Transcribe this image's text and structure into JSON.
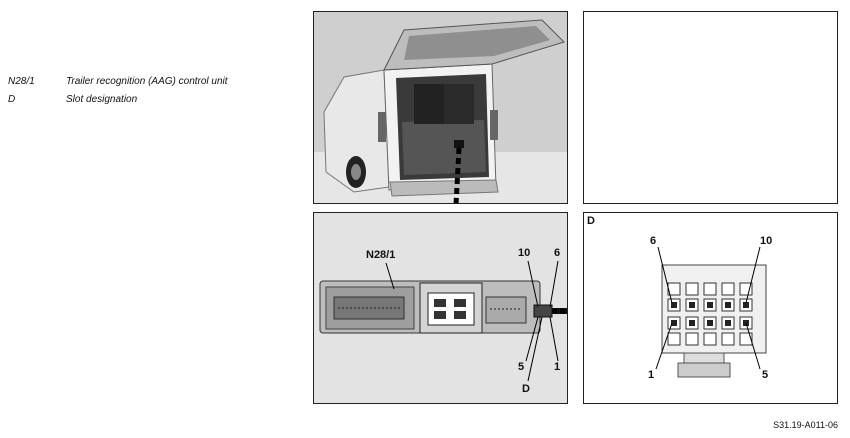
{
  "legend": [
    {
      "code": "N28/1",
      "text": "Trailer recognition (AAG) control unit"
    },
    {
      "code": "D",
      "text": "Slot designation"
    }
  ],
  "detail_labels": {
    "unit": "N28/1",
    "pin10": "10",
    "pin6": "6",
    "pin5": "5",
    "pin1": "1",
    "slot": "D"
  },
  "connector_panel": {
    "title": "D",
    "pin6": "6",
    "pin10": "10",
    "pin1": "1",
    "pin5": "5"
  },
  "reference": "S31.19-A011-06"
}
